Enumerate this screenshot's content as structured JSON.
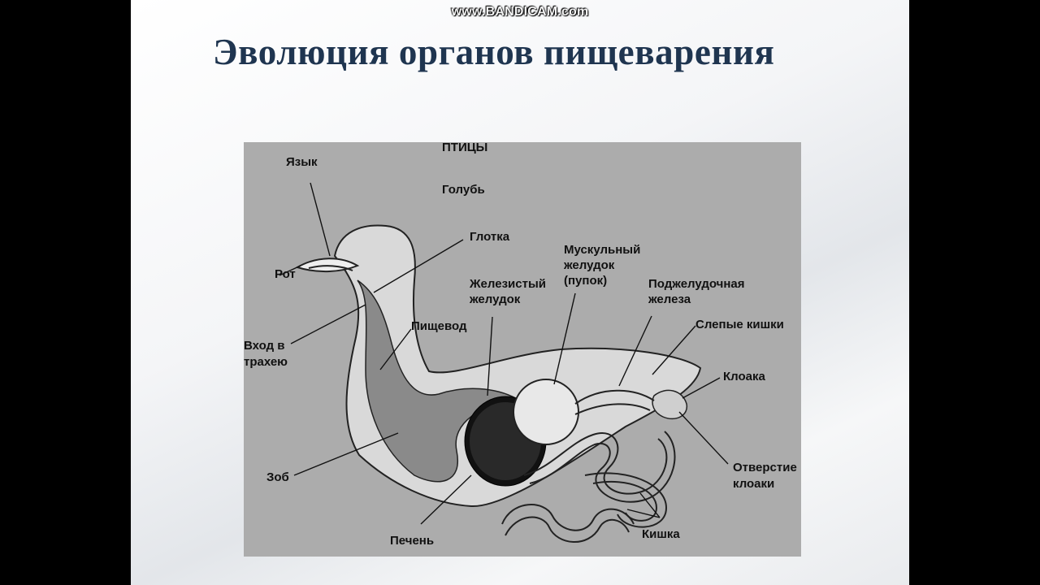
{
  "watermark": "www.BANDICAM.com",
  "slide": {
    "title": "Эволюция органов пищеварения"
  },
  "diagram": {
    "group": "ПТИЦЫ",
    "species": "Голубь",
    "labels": {
      "tongue": "Язык",
      "mouth": "Рот",
      "pharynx": "Глотка",
      "trachea_entrance_1": "Вход в",
      "trachea_entrance_2": "трахею",
      "esophagus": "Пищевод",
      "glandular_stomach_1": "Железистый",
      "glandular_stomach_2": "желудок",
      "muscular_stomach_1": "Мускульный",
      "muscular_stomach_2": "желудок",
      "muscular_stomach_3": "(пупок)",
      "pancreas_1": "Поджелудочная",
      "pancreas_2": "железа",
      "caeca": "Слепые кишки",
      "cloaca": "Клоака",
      "cloaca_opening_1": "Отверстие",
      "cloaca_opening_2": "клоаки",
      "crop": "Зоб",
      "liver": "Печень",
      "intestine": "Кишка"
    }
  }
}
